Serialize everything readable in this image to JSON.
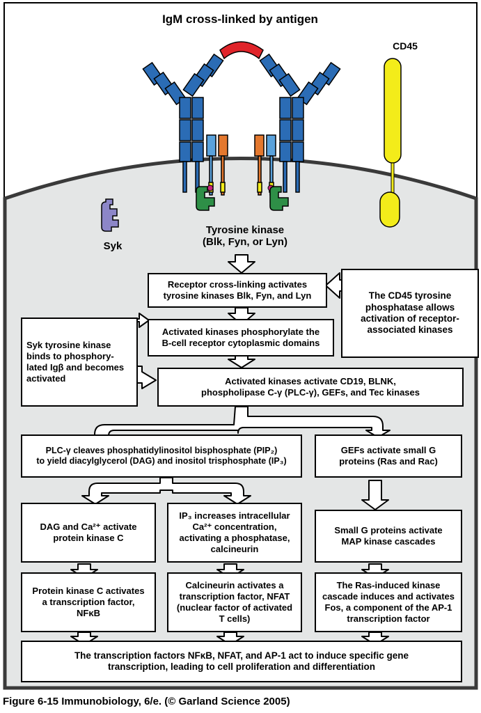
{
  "title": "IgM cross-linked by antigen",
  "labels": {
    "cd45": "CD45",
    "syk": "Syk",
    "tyrosine_kinase": "Tyrosine kinase\n(Blk, Fyn, or Lyn)"
  },
  "boxes": {
    "receptor_crosslinking": "Receptor cross-linking activates\ntyrosine kinases Blk, Fyn, and Lyn",
    "cd45_phosphatase": "The CD45 tyrosine\nphosphatase allows\nactivation of receptor-\nassociated kinases",
    "syk_binds": "Syk tyrosine kinase\nbinds to phosphory-\nlated Igβ and becomes\nactivated",
    "kinases_phosphorylate": "Activated kinases phosphorylate the\nB-cell receptor cytoplasmic domains",
    "kinases_activate": "Activated kinases activate CD19, BLNK,\nphospholipase C-γ (PLC-γ), GEFs, and Tec kinases",
    "plc_cleaves": "PLC-γ cleaves phosphatidylinositol bisphosphate (PIP₂)\nto yield diacylglycerol (DAG) and inositol trisphosphate (IP₃)",
    "gefs_activate": "GEFs activate small G\nproteins (Ras and Rac)",
    "dag_ca": "DAG  and Ca²⁺ activate\nprotein kinase C",
    "ip3_increases": "IP₃ increases intracellular\nCa²⁺ concentration,\nactivating a phosphatase,\ncalcineurin",
    "small_g_map": "Small G proteins activate\nMAP kinase cascades",
    "pkc_activates": "Protein kinase C activates\na transcription factor,\nNFκB",
    "calcineurin_nfat": "Calcineurin activates a\ntranscription factor, NFAT\n(nuclear factor of activated\nT cells)",
    "ras_fos": "The Ras-induced kinase\ncascade induces and activates\nFos, a component of the AP-1\ntranscription factor",
    "transcription": "The transcription factors NFκB, NFAT, and AP-1 act to induce specific gene\ntranscription, leading to cell proliferation and differentiation"
  },
  "caption": "Figure 6-15  Immunobiology, 6/e. (© Garland Science 2005)",
  "colors": {
    "cell_fill": "#e4e6e6",
    "membrane": "#3a3a3a",
    "igm_blue": "#2b6cb5",
    "antigen_red": "#e0242a",
    "cd45_yellow": "#f3ec1a",
    "syk_purple": "#8c86c8",
    "kinase_green": "#2e8f47",
    "ig_alpha_orange": "#e4782e",
    "ig_beta_blue": "#5aa2dc"
  }
}
